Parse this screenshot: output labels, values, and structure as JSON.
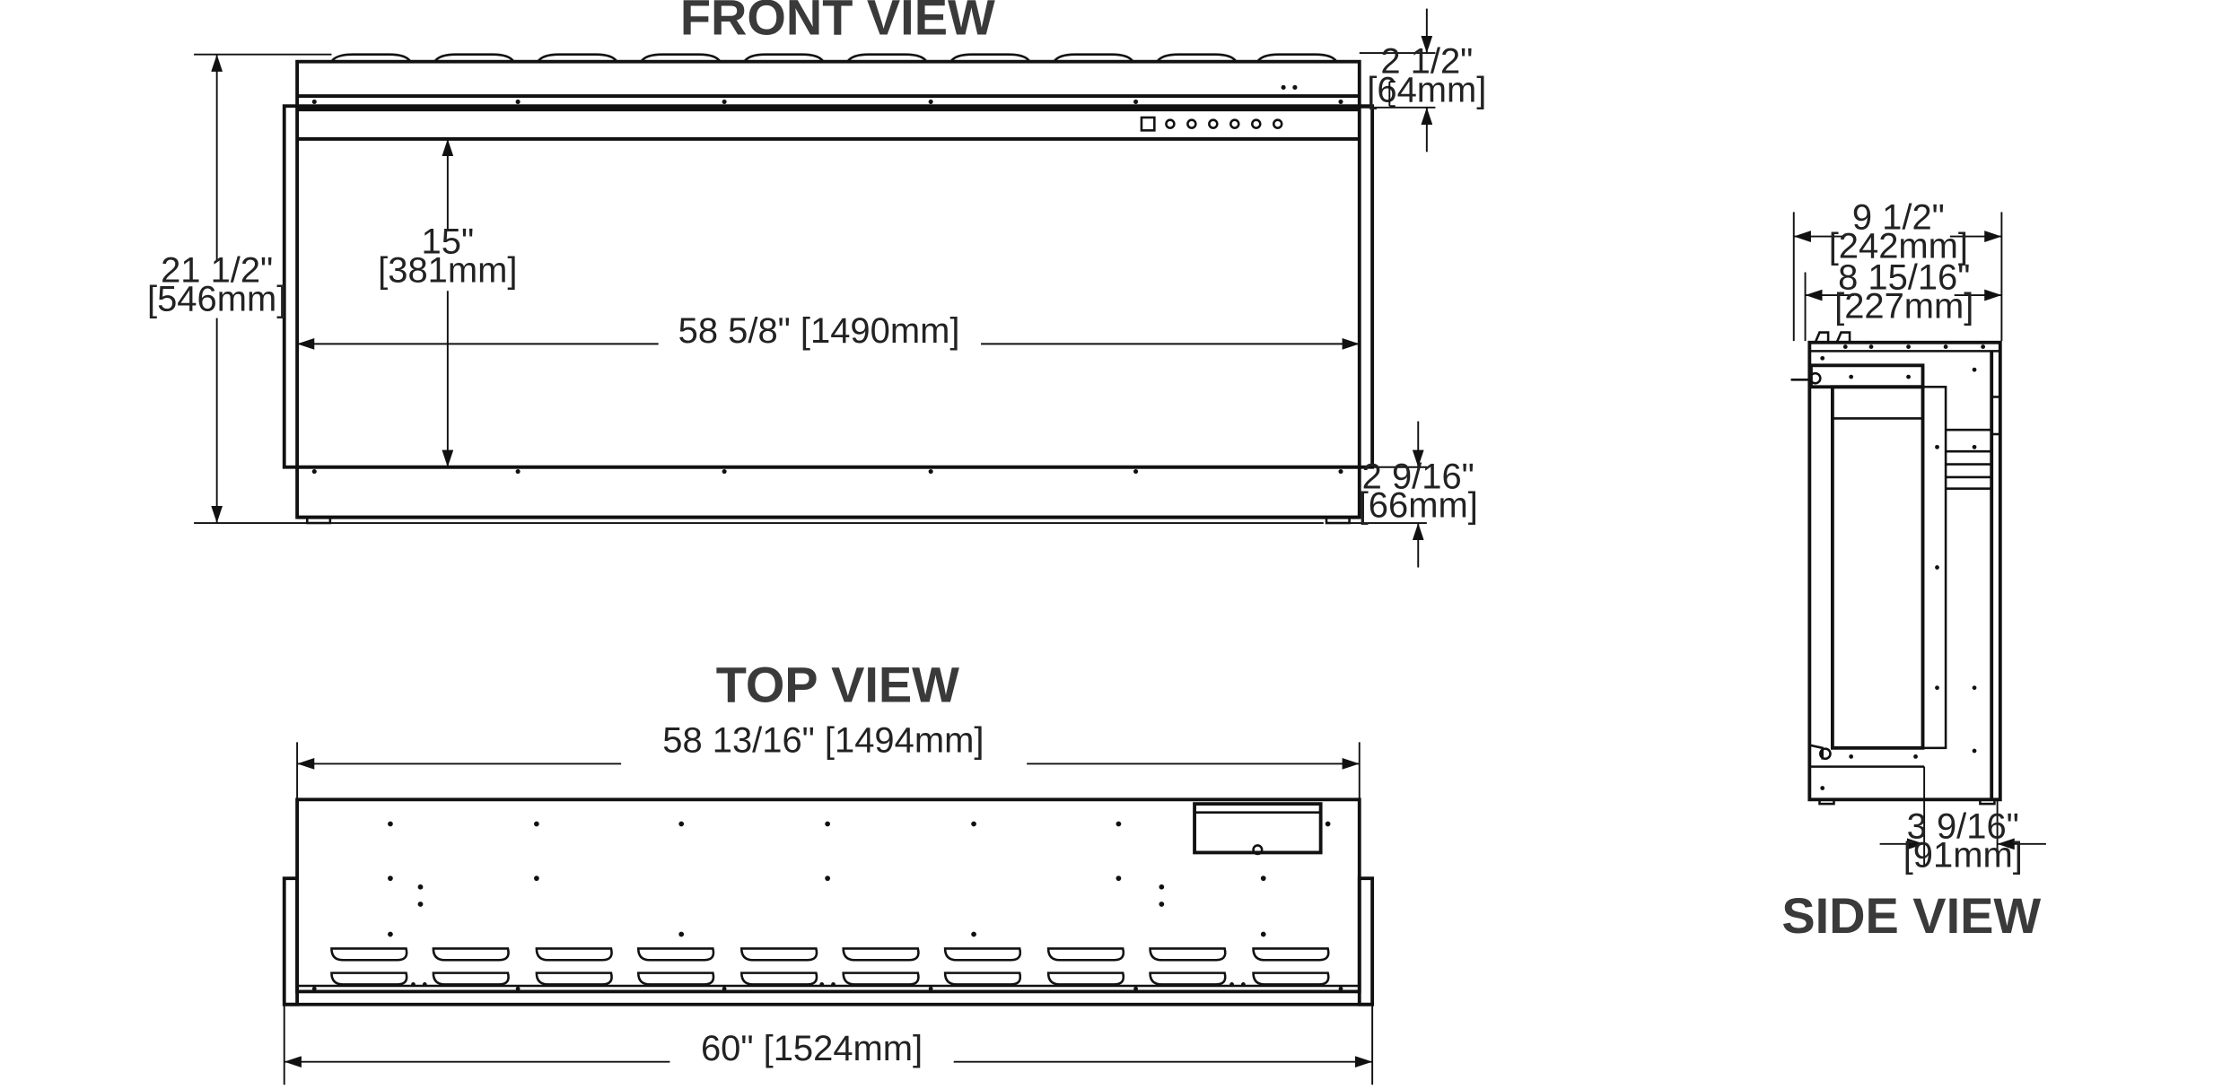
{
  "titles": {
    "front": "FRONT VIEW",
    "top": "TOP VIEW",
    "side": "SIDE VIEW"
  },
  "dimensions": {
    "front_top_trim": [
      "2 1/2\"",
      "[64mm]"
    ],
    "front_height": [
      "21 1/2\"",
      "[546mm]"
    ],
    "front_opening_height": [
      "15\"",
      "[381mm]"
    ],
    "front_opening_width": "58 5/8\" [1490mm]",
    "front_bottom_trim": [
      "2 9/16\"",
      "[66mm]"
    ],
    "top_inner_width": "58 13/16\" [1494mm]",
    "top_overall_width": "60\" [1524mm]",
    "side_depth": [
      "9 1/2\"",
      "[242mm]"
    ],
    "side_inner_depth": [
      "8 15/16\"",
      "[227mm]"
    ],
    "side_front_projection": [
      "3 9/16\"",
      "[91mm]"
    ]
  }
}
